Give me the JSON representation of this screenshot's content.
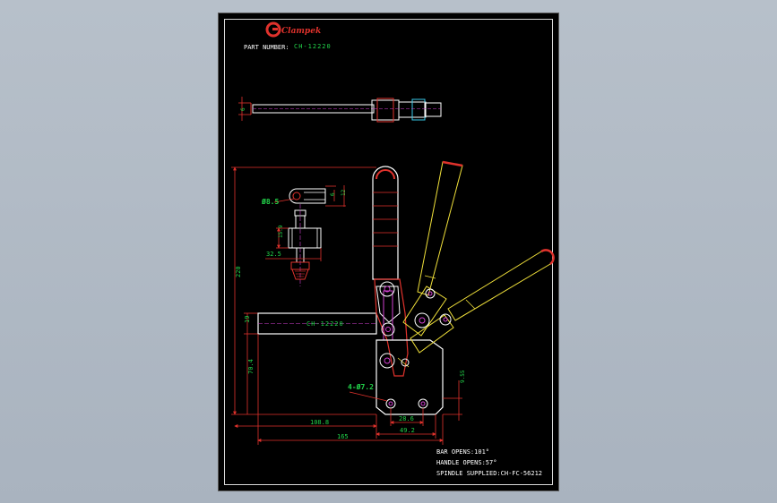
{
  "drawing": {
    "logo_text": "Clampek",
    "part_number_label": "PART NUMBER:",
    "part_number_value": "CH-12220",
    "bar_label": "CH-12220",
    "notes": {
      "bar_opens": "BAR OPENS:101°",
      "handle_opens": "HANDLE OPENS:57°",
      "spindle": "SPINDLE SUPPLIED:CH-FC-56212"
    },
    "dimensions": {
      "top_thickness": "6",
      "height_total": "220",
      "bar_height": "19",
      "base_height": "70.4",
      "bar_length": "108.8",
      "total_length": "165",
      "hole_spacing": "28.6",
      "base_width": "49.2",
      "hole_dia": "4-Ø7.2",
      "base_thickness": "9.55",
      "clevis_hole": "Ø8.5",
      "clevis_w1": "6",
      "clevis_w2": "12",
      "spindle_h": "15.9",
      "spindle_w": "32.5"
    },
    "colors": {
      "background": "#000000",
      "red": "#e0322c",
      "green": "#22d34a",
      "yellow": "#f0e03a",
      "white": "#ffffff",
      "cyan": "#38c8e8",
      "magenta": "#d040d0",
      "drawing_area": "#b0bac5"
    }
  }
}
